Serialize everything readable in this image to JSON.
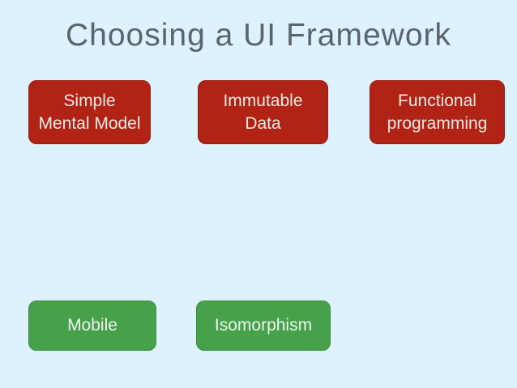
{
  "slide": {
    "title": "Choosing a UI Framework",
    "red_boxes": [
      {
        "label": "Simple Mental Model",
        "lines": [
          "Simple",
          "Mental Model"
        ]
      },
      {
        "label": "Immutable Data",
        "lines": [
          "Immutable",
          "Data"
        ]
      },
      {
        "label": "Functional programming",
        "lines": [
          "Functional",
          "programming"
        ]
      }
    ],
    "green_boxes": [
      {
        "label": "Mobile"
      },
      {
        "label": "Isomorphism"
      }
    ],
    "colors": {
      "background": "#ddf2fd",
      "red_box": "#b02315",
      "green_box": "#47a14a",
      "title_text": "#59646d",
      "red_box_text": "#f5e9e3",
      "green_box_text": "#edf6ec"
    }
  }
}
